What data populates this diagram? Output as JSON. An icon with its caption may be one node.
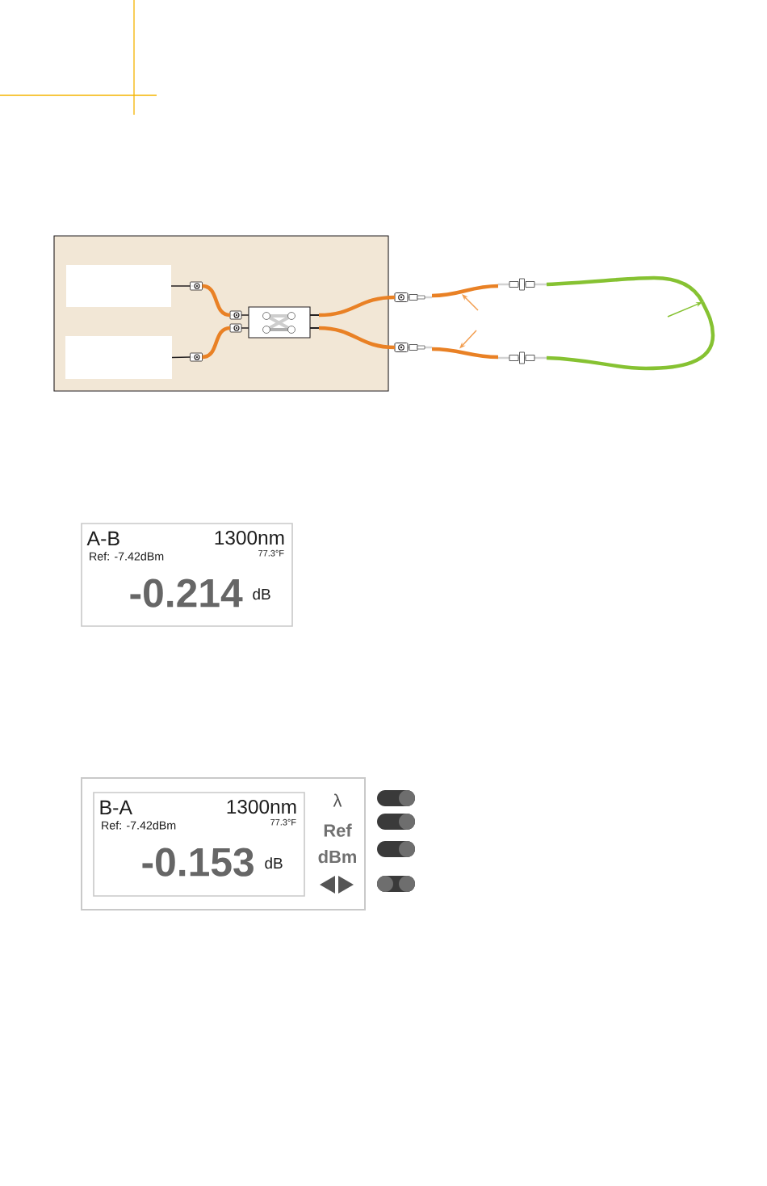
{
  "diagram": {
    "nodes": [
      {
        "text": [],
        "shape": "box"
      },
      {
        "text": [],
        "shape": "box",
        "in": 0
      },
      {
        "text": [],
        "shape": "box",
        "in": 0
      },
      {
        "text": [],
        "shape": "connector",
        "in": 0
      },
      {
        "text": [],
        "shape": "connector",
        "in": 0
      },
      {
        "text": [],
        "shape": "connector",
        "in": 0
      },
      {
        "text": [],
        "shape": "connector",
        "in": 0
      },
      {
        "text": [],
        "shape": "box",
        "in": 0
      },
      {
        "text": [],
        "shape": "connector"
      },
      {
        "text": [],
        "shape": "connector"
      },
      {
        "text": [],
        "shape": "connector"
      },
      {
        "text": [],
        "shape": "connector"
      },
      {
        "text": [],
        "shape": "cable"
      },
      {
        "text": [],
        "shape": "cable"
      },
      {
        "text": [],
        "shape": "cable"
      },
      {
        "text": [
          "A-B",
          "1300nm",
          "Ref: -7.42dBm",
          "77.3°F",
          "-0.214",
          "dB"
        ]
      },
      {
        "text": [
          "λ",
          "Ref",
          "dBm"
        ]
      },
      {
        "text": [
          "B-A",
          "1300nm",
          "Ref: -7.42dBm",
          "77.3°F",
          "-0.153",
          "dB"
        ],
        "in": 16
      }
    ],
    "edges": [
      {
        "from": 1,
        "to": 3,
        "arrow": "none",
        "color": "#231f20"
      },
      {
        "from": 3,
        "to": 4,
        "arrow": "none",
        "style": "thick",
        "color": "#e98125"
      },
      {
        "from": 4,
        "to": 7,
        "arrow": "none",
        "color": "#231f20"
      },
      {
        "from": 2,
        "to": 6,
        "arrow": "none",
        "color": "#231f20"
      },
      {
        "from": 6,
        "to": 5,
        "arrow": "none",
        "style": "thick",
        "color": "#e98125"
      },
      {
        "from": 5,
        "to": 7,
        "arrow": "none",
        "color": "#231f20"
      },
      {
        "from": 7,
        "to": 8,
        "arrow": "none",
        "style": "thick",
        "color": "#e98125"
      },
      {
        "from": 7,
        "to": 9,
        "arrow": "none",
        "style": "thick",
        "color": "#e98125"
      },
      {
        "from": null,
        "to": 12,
        "arrow": "to",
        "color": "#f29d4f"
      },
      {
        "from": null,
        "to": 13,
        "arrow": "to",
        "color": "#f29d4f"
      },
      {
        "from": null,
        "to": 14,
        "arrow": "to",
        "color": "#86c232"
      },
      {
        "from": 14,
        "to": 11,
        "arrow": "none",
        "style": "thick",
        "color": "#86c232"
      }
    ]
  }
}
